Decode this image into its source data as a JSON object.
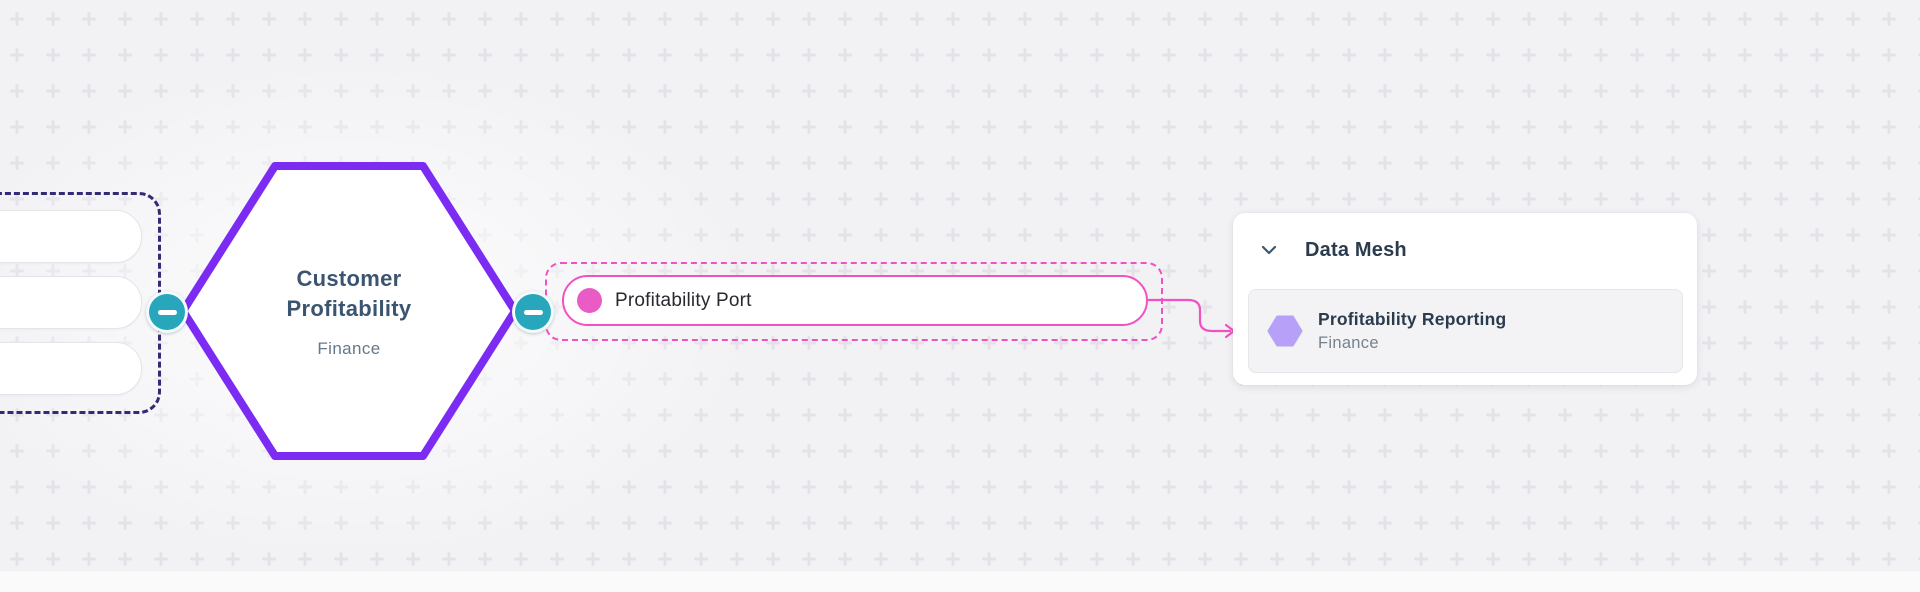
{
  "canvas": {
    "background_color": "#f2f1f4",
    "pattern_color": "#e4e2e8",
    "pattern": "plus-grid"
  },
  "upstream_group": {
    "outline_color": "#322b76",
    "input_ports_count": 3
  },
  "product_node": {
    "title": "Customer Profitability",
    "domain": "Finance",
    "shape": "hexagon",
    "border_color": "#7c2bf2"
  },
  "connectors": {
    "color": "#28a6bb",
    "icon": "minus-icon",
    "left_collapse": "collapse upstream",
    "right_collapse": "collapse downstream"
  },
  "output_port_group": {
    "outline_color": "#f251c1",
    "port": {
      "label": "Profitability Port",
      "dot_color": "#e95cc6"
    }
  },
  "edge": {
    "color": "#f251c1",
    "style": "solid with arrowhead and endpoint dot"
  },
  "mesh_panel": {
    "title": "Data Mesh",
    "chevron_icon": "chevron-down-icon",
    "item": {
      "title": "Profitability Reporting",
      "subtitle": "Finance",
      "icon": "hexagon-icon",
      "icon_color": "#b7a0f8"
    }
  }
}
